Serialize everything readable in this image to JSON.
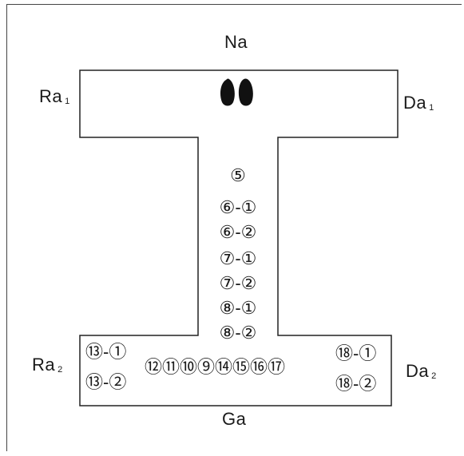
{
  "labels": {
    "top": "Na",
    "bottom": "Ga",
    "left_top": "Ra",
    "left_top_sub": "1",
    "right_top": "Da",
    "right_top_sub": "1",
    "left_bottom": "Ra",
    "left_bottom_sub": "2",
    "right_bottom": "Da",
    "right_bottom_sub": "2"
  },
  "stem_items": [
    "⑤",
    "⑥-①",
    "⑥-②",
    "⑦-①",
    "⑦-②",
    "⑧-①",
    "⑧-②"
  ],
  "base_left": [
    "⑬-①",
    "⑬-②"
  ],
  "base_middle": "⑫⑪⑩⑨⑭⑮⑯⑰",
  "base_right": [
    "⑱-①",
    "⑱-②"
  ],
  "icon": "footprints-icon"
}
